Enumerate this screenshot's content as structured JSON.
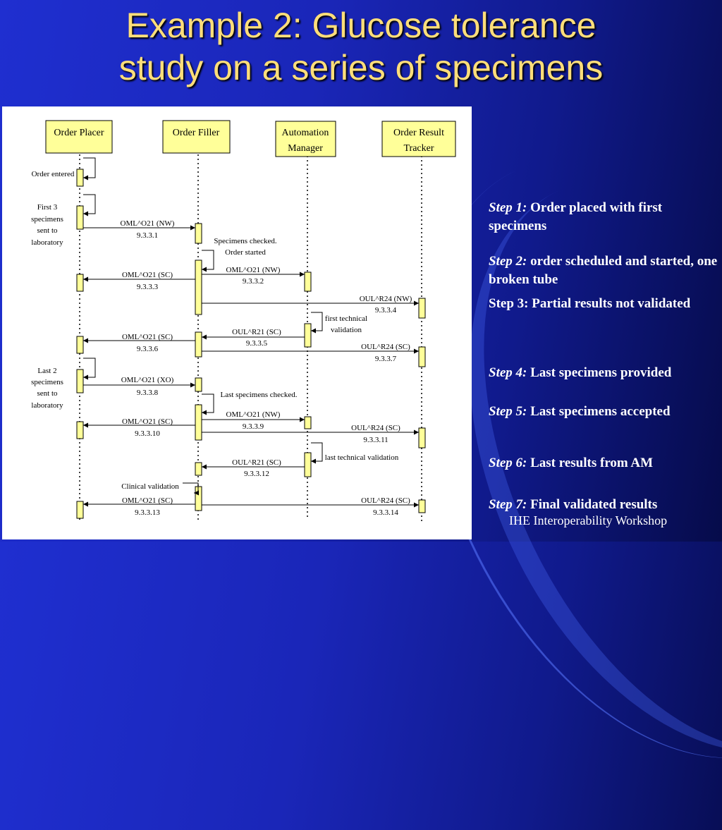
{
  "slide": {
    "title_line1": "Example 2: Glucose tolerance",
    "title_line2": "study on a series of specimens",
    "footer": "IHE Interoperability Workshop",
    "colors": {
      "title": "#ffde7a",
      "background": "#1a26b8",
      "box_fill": "#ffff99"
    }
  },
  "diagram": {
    "actors": [
      {
        "line1": "Order Placer",
        "line2": ""
      },
      {
        "line1": "Order Filler",
        "line2": ""
      },
      {
        "line1": "Automation",
        "line2": "Manager"
      },
      {
        "line1": "Order Result",
        "line2": "Tracker"
      }
    ],
    "notes": [
      {
        "lines": [
          "Order entered"
        ]
      },
      {
        "lines": [
          "First 3",
          "specimens",
          "sent to",
          "laboratory"
        ]
      },
      {
        "lines": [
          "Specimens checked.",
          "Order started"
        ]
      },
      {
        "lines": [
          "first technical",
          "validation"
        ]
      },
      {
        "lines": [
          "Last 2",
          "specimens",
          "sent to",
          "laboratory"
        ]
      },
      {
        "lines": [
          "Last specimens checked."
        ]
      },
      {
        "lines": [
          "last technical validation"
        ]
      },
      {
        "lines": [
          "Clinical validation"
        ]
      }
    ],
    "messages": [
      {
        "name": "OML^O21 (NW)",
        "ref": "9.3.3.1"
      },
      {
        "name": "OML^O21 (NW)",
        "ref": "9.3.3.2"
      },
      {
        "name": "OML^O21 (SC)",
        "ref": "9.3.3.3"
      },
      {
        "name": "OUL^R24 (NW)",
        "ref": "9.3.3.4"
      },
      {
        "name": "OUL^R21 (SC)",
        "ref": "9.3.3.5"
      },
      {
        "name": "OML^O21 (SC)",
        "ref": "9.3.3.6"
      },
      {
        "name": "OUL^R24 (SC)",
        "ref": "9.3.3.7"
      },
      {
        "name": "OML^O21 (XO)",
        "ref": "9.3.3.8"
      },
      {
        "name": "OML^O21 (NW)",
        "ref": "9.3.3.9"
      },
      {
        "name": "OML^O21 (SC)",
        "ref": "9.3.3.10"
      },
      {
        "name": "OUL^R24 (SC)",
        "ref": "9.3.3.11"
      },
      {
        "name": "OUL^R21 (SC)",
        "ref": "9.3.3.12"
      },
      {
        "name": "OML^O21 (SC)",
        "ref": "9.3.3.13"
      },
      {
        "name": "OUL^R24 (SC)",
        "ref": "9.3.3.14"
      }
    ]
  },
  "steps": [
    {
      "label": "Step 1:",
      "text": "Order placed with first specimens"
    },
    {
      "label": "Step 2:",
      "text": "order scheduled and started, one broken tube"
    },
    {
      "label": "",
      "text": "Step 3:  Partial results not validated"
    },
    {
      "label": "Step 4:",
      "text": "Last specimens provided"
    },
    {
      "label": "Step 5:",
      "text": "Last specimens accepted"
    },
    {
      "label": "Step 6:",
      "text": "Last results from AM"
    },
    {
      "label": "Step 7:",
      "text": "Final validated results"
    }
  ]
}
